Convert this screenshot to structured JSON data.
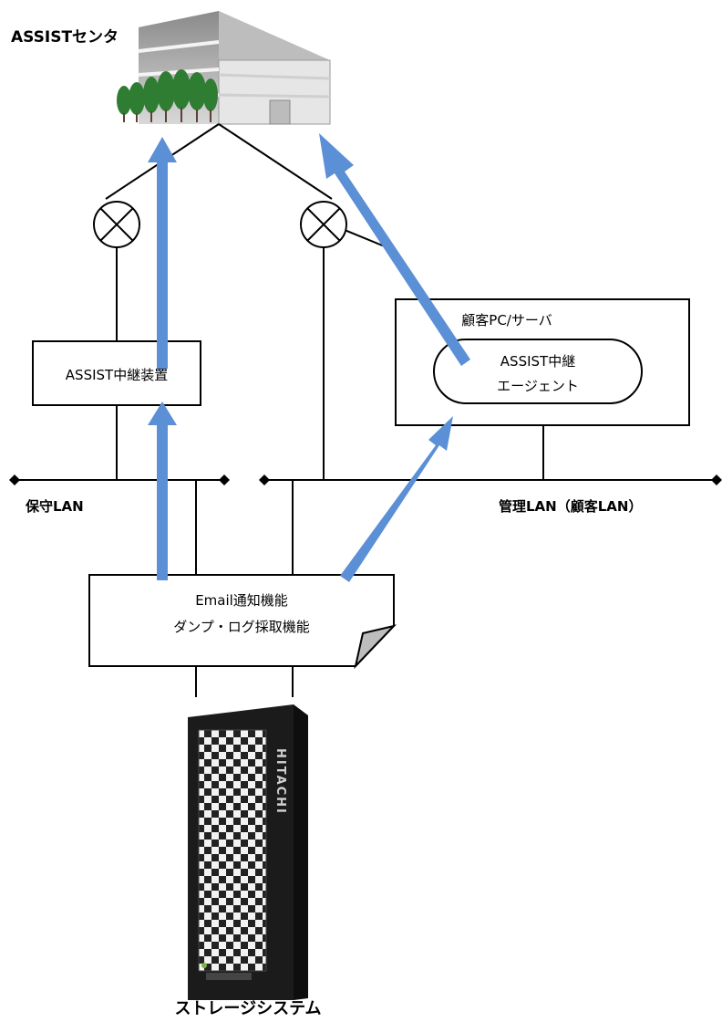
{
  "center": {
    "label": "ASSISTセンタ"
  },
  "relay_device": {
    "label": "ASSIST中継装置"
  },
  "customer_pc": {
    "label": "顧客PC/サーバ",
    "agent_line1": "ASSIST中継",
    "agent_line2": "エージェント"
  },
  "lans": {
    "maintenance": "保守LAN",
    "management": "管理LAN（顧客LAN）"
  },
  "functions": {
    "line1": "Email通知機能",
    "line2": "ダンプ・ログ採取機能"
  },
  "storage": {
    "label": "ストレージシステム",
    "brand": "HITACHI"
  },
  "colors": {
    "arrow": "#5b8fd6",
    "line": "#000000",
    "building_wall": "#a9a9a9",
    "tree": "#2e7d32",
    "rack": "#1b1b1b"
  }
}
